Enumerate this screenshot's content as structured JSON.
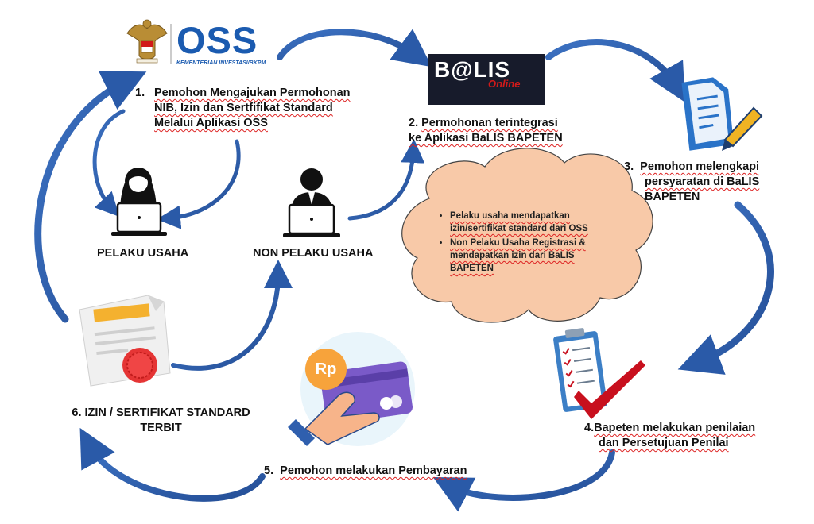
{
  "oss_logo": {
    "name": "OSS",
    "subtitle": "KEMENTERIAN INVESTASI/BKPM"
  },
  "balis_logo": {
    "name": "B@LIS",
    "subtitle": "Online"
  },
  "steps": [
    {
      "num": "1.",
      "lines": [
        "Pemohon Mengajukan Permohonan",
        "NIB, Izin dan Sertfifikat Standard",
        "Melalui Aplikasi OSS"
      ]
    },
    {
      "num": "2.",
      "lines": [
        "Permohonan terintegrasi",
        "ke Aplikasi BaLIS BAPETEN"
      ]
    },
    {
      "num": "3.",
      "lines": [
        "Pemohon melengkapi",
        "persyaratan di BaLIS",
        "BAPETEN"
      ]
    },
    {
      "num": "4.",
      "lines": [
        "Bapeten melakukan penilaian",
        "dan Persetujuan Penilai"
      ]
    },
    {
      "num": "5.",
      "lines": [
        "Pemohon melakukan Pembayaran"
      ]
    },
    {
      "num": "6.",
      "lines": [
        "IZIN / SERTIFIKAT STANDARD",
        "TERBIT"
      ]
    }
  ],
  "actors": {
    "pelaku": "PELAKU USAHA",
    "non_pelaku": "NON PELAKU USAHA"
  },
  "cloud": {
    "bullets": [
      "Pelaku usaha mendapatkan izin/sertifikat standard dari OSS",
      "Non Pelaku Usaha Registrasi & mendapatkan izin dari BaLIS BAPETEN"
    ]
  },
  "payment_icon": {
    "symbol": "Rp"
  },
  "colors": {
    "arrow": "#2f5fae",
    "cloud": "#f8c9a8",
    "oss_blue": "#1b5bb0",
    "balis_bg": "#171b2b",
    "check_red": "#c8101e",
    "document_blue": "#2a73c8"
  },
  "icons": [
    "garuda-emblem-icon",
    "oss-logo",
    "balis-logo",
    "document-pen-icon",
    "clipboard-check-icon",
    "payment-card-icon",
    "certificate-icon",
    "user-laptop-icon"
  ]
}
